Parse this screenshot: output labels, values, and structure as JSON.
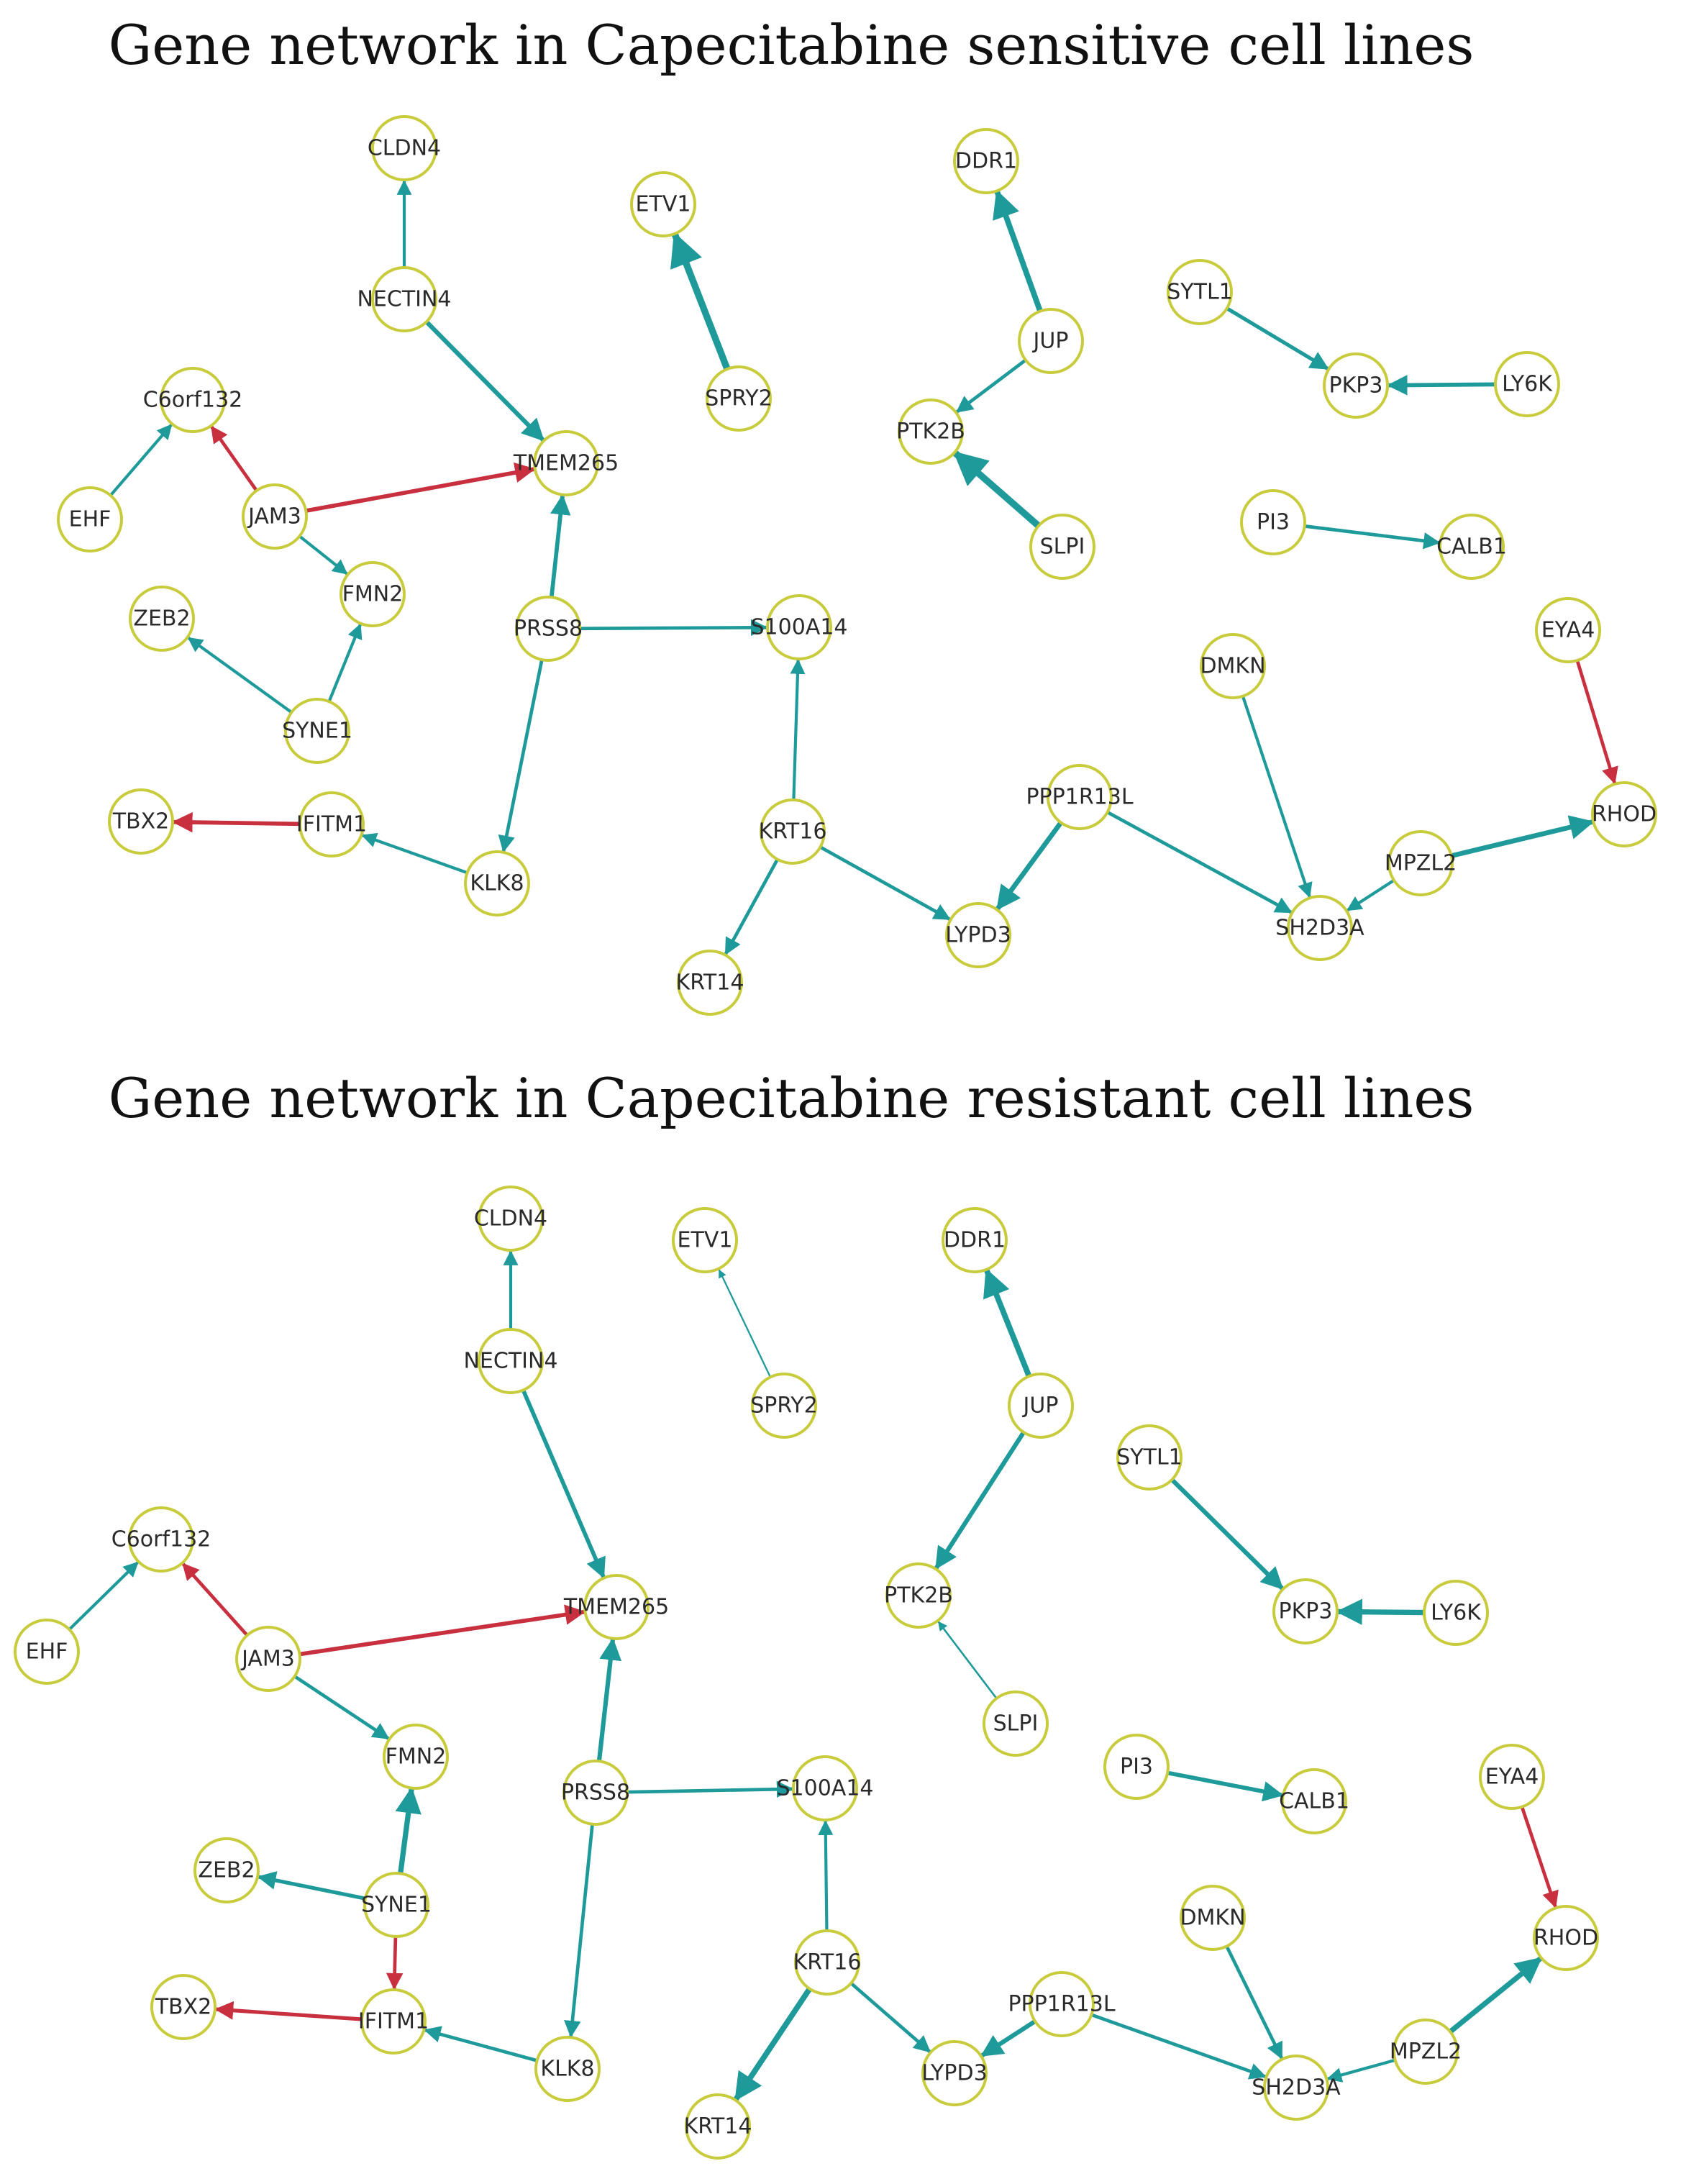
{
  "colors": {
    "activation": "#1f9a9a",
    "inhibition": "#c8303f",
    "node_border": "#c8cc3c"
  },
  "panels": [
    {
      "title": "Gene network in Capecitabine sensitive cell lines",
      "nodes": [
        "CLDN4",
        "NECTIN4",
        "ETV1",
        "SPRY2",
        "DDR1",
        "JUP",
        "SYTL1",
        "PKP3",
        "LY6K",
        "C6orf132",
        "TMEM265",
        "PTK2B",
        "SLPI",
        "EHF",
        "JAM3",
        "PI3",
        "CALB1",
        "FMN2",
        "ZEB2",
        "PRSS8",
        "S100A14",
        "SYNE1",
        "DMKN",
        "EYA4",
        "TBX2",
        "IFITM1",
        "KLK8",
        "KRT16",
        "PPP1R13L",
        "RHOD",
        "MPZL2",
        "LYPD3",
        "SH2D3A",
        "KRT14"
      ],
      "edges": [
        {
          "from": "NECTIN4",
          "to": "CLDN4",
          "type": "activation",
          "weight": 1.6
        },
        {
          "from": "NECTIN4",
          "to": "TMEM265",
          "type": "activation",
          "weight": 2.4
        },
        {
          "from": "SPRY2",
          "to": "ETV1",
          "type": "activation",
          "weight": 3.6
        },
        {
          "from": "JUP",
          "to": "DDR1",
          "type": "activation",
          "weight": 3.0
        },
        {
          "from": "JUP",
          "to": "PTK2B",
          "type": "activation",
          "weight": 1.8
        },
        {
          "from": "SLPI",
          "to": "PTK2B",
          "type": "activation",
          "weight": 3.6
        },
        {
          "from": "SYTL1",
          "to": "PKP3",
          "type": "activation",
          "weight": 2.0
        },
        {
          "from": "LY6K",
          "to": "PKP3",
          "type": "activation",
          "weight": 2.2
        },
        {
          "from": "EHF",
          "to": "C6orf132",
          "type": "activation",
          "weight": 1.6
        },
        {
          "from": "JAM3",
          "to": "C6orf132",
          "type": "inhibition",
          "weight": 1.8
        },
        {
          "from": "JAM3",
          "to": "TMEM265",
          "type": "inhibition",
          "weight": 2.2
        },
        {
          "from": "JAM3",
          "to": "FMN2",
          "type": "activation",
          "weight": 1.6
        },
        {
          "from": "PI3",
          "to": "CALB1",
          "type": "activation",
          "weight": 1.8
        },
        {
          "from": "SYNE1",
          "to": "ZEB2",
          "type": "activation",
          "weight": 1.6
        },
        {
          "from": "SYNE1",
          "to": "FMN2",
          "type": "activation",
          "weight": 1.6
        },
        {
          "from": "PRSS8",
          "to": "TMEM265",
          "type": "activation",
          "weight": 2.2
        },
        {
          "from": "PRSS8",
          "to": "S100A14",
          "type": "activation",
          "weight": 1.8
        },
        {
          "from": "PRSS8",
          "to": "KLK8",
          "type": "activation",
          "weight": 1.8
        },
        {
          "from": "KRT16",
          "to": "S100A14",
          "type": "activation",
          "weight": 1.6
        },
        {
          "from": "KRT16",
          "to": "LYPD3",
          "type": "activation",
          "weight": 1.8
        },
        {
          "from": "KRT16",
          "to": "KRT14",
          "type": "activation",
          "weight": 1.8
        },
        {
          "from": "PPP1R13L",
          "to": "LYPD3",
          "type": "activation",
          "weight": 2.6
        },
        {
          "from": "PPP1R13L",
          "to": "SH2D3A",
          "type": "activation",
          "weight": 1.8
        },
        {
          "from": "DMKN",
          "to": "SH2D3A",
          "type": "activation",
          "weight": 1.6
        },
        {
          "from": "MPZL2",
          "to": "SH2D3A",
          "type": "activation",
          "weight": 1.6
        },
        {
          "from": "MPZL2",
          "to": "RHOD",
          "type": "activation",
          "weight": 2.6
        },
        {
          "from": "EYA4",
          "to": "RHOD",
          "type": "inhibition",
          "weight": 1.8
        },
        {
          "from": "KLK8",
          "to": "IFITM1",
          "type": "activation",
          "weight": 1.6
        },
        {
          "from": "IFITM1",
          "to": "TBX2",
          "type": "inhibition",
          "weight": 2.2
        }
      ]
    },
    {
      "title": "Gene network in Capecitabine resistant cell lines",
      "nodes": [
        "CLDN4",
        "ETV1",
        "DDR1",
        "NECTIN4",
        "SPRY2",
        "JUP",
        "SYTL1",
        "C6orf132",
        "PTK2B",
        "TMEM265",
        "PKP3",
        "LY6K",
        "EHF",
        "JAM3",
        "SLPI",
        "FMN2",
        "PI3",
        "CALB1",
        "PRSS8",
        "S100A14",
        "EYA4",
        "ZEB2",
        "SYNE1",
        "DMKN",
        "RHOD",
        "KRT16",
        "TBX2",
        "IFITM1",
        "PPP1R13L",
        "MPZL2",
        "KLK8",
        "LYPD3",
        "SH2D3A",
        "KRT14"
      ],
      "edges": [
        {
          "from": "NECTIN4",
          "to": "CLDN4",
          "type": "activation",
          "weight": 1.6
        },
        {
          "from": "NECTIN4",
          "to": "TMEM265",
          "type": "activation",
          "weight": 2.2
        },
        {
          "from": "SPRY2",
          "to": "ETV1",
          "type": "activation",
          "weight": 0.9
        },
        {
          "from": "JUP",
          "to": "DDR1",
          "type": "activation",
          "weight": 3.0
        },
        {
          "from": "JUP",
          "to": "PTK2B",
          "type": "activation",
          "weight": 2.4
        },
        {
          "from": "SLPI",
          "to": "PTK2B",
          "type": "activation",
          "weight": 1.0
        },
        {
          "from": "SYTL1",
          "to": "PKP3",
          "type": "activation",
          "weight": 2.4
        },
        {
          "from": "LY6K",
          "to": "PKP3",
          "type": "activation",
          "weight": 2.8
        },
        {
          "from": "EHF",
          "to": "C6orf132",
          "type": "activation",
          "weight": 1.6
        },
        {
          "from": "JAM3",
          "to": "C6orf132",
          "type": "inhibition",
          "weight": 1.8
        },
        {
          "from": "JAM3",
          "to": "TMEM265",
          "type": "inhibition",
          "weight": 2.2
        },
        {
          "from": "JAM3",
          "to": "FMN2",
          "type": "activation",
          "weight": 1.8
        },
        {
          "from": "PI3",
          "to": "CALB1",
          "type": "activation",
          "weight": 2.2
        },
        {
          "from": "SYNE1",
          "to": "ZEB2",
          "type": "activation",
          "weight": 2.0
        },
        {
          "from": "SYNE1",
          "to": "FMN2",
          "type": "activation",
          "weight": 2.8
        },
        {
          "from": "SYNE1",
          "to": "IFITM1",
          "type": "inhibition",
          "weight": 1.8
        },
        {
          "from": "PRSS8",
          "to": "TMEM265",
          "type": "activation",
          "weight": 2.4
        },
        {
          "from": "PRSS8",
          "to": "S100A14",
          "type": "activation",
          "weight": 1.8
        },
        {
          "from": "PRSS8",
          "to": "KLK8",
          "type": "activation",
          "weight": 1.8
        },
        {
          "from": "KRT16",
          "to": "S100A14",
          "type": "activation",
          "weight": 1.6
        },
        {
          "from": "KRT16",
          "to": "LYPD3",
          "type": "activation",
          "weight": 1.8
        },
        {
          "from": "KRT16",
          "to": "KRT14",
          "type": "activation",
          "weight": 3.0
        },
        {
          "from": "PPP1R13L",
          "to": "LYPD3",
          "type": "activation",
          "weight": 2.4
        },
        {
          "from": "PPP1R13L",
          "to": "SH2D3A",
          "type": "activation",
          "weight": 1.8
        },
        {
          "from": "DMKN",
          "to": "SH2D3A",
          "type": "activation",
          "weight": 1.8
        },
        {
          "from": "MPZL2",
          "to": "SH2D3A",
          "type": "activation",
          "weight": 1.6
        },
        {
          "from": "MPZL2",
          "to": "RHOD",
          "type": "activation",
          "weight": 2.8
        },
        {
          "from": "EYA4",
          "to": "RHOD",
          "type": "inhibition",
          "weight": 1.8
        },
        {
          "from": "KLK8",
          "to": "IFITM1",
          "type": "activation",
          "weight": 1.8
        },
        {
          "from": "IFITM1",
          "to": "TBX2",
          "type": "inhibition",
          "weight": 2.0
        }
      ]
    }
  ]
}
